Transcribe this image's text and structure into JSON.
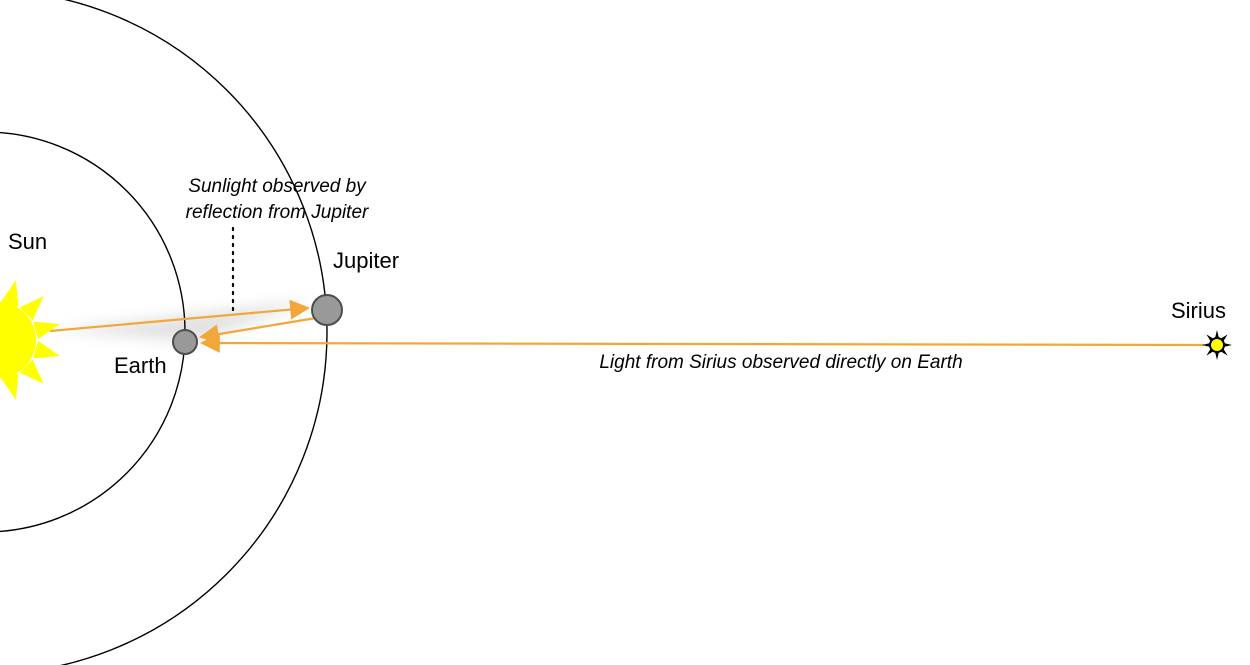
{
  "diagram": {
    "labels": {
      "sun": "Sun",
      "earth": "Earth",
      "jupiter": "Jupiter",
      "sirius": "Sirius"
    },
    "captions": {
      "jupiter_reflection_line1": "Sunlight observed by",
      "jupiter_reflection_line2": "reflection from Jupiter",
      "sirius_direct": "Light from Sirius observed directly on Earth"
    },
    "colors": {
      "arrow": "#F2A73B",
      "sun_fill": "#FFFF00",
      "planet_fill": "#999999",
      "planet_stroke": "#4D4D4D",
      "orbit_stroke": "#000000",
      "star_center_fill": "#FFFF00",
      "star_spikes": "#000000",
      "text": "#000000"
    }
  }
}
